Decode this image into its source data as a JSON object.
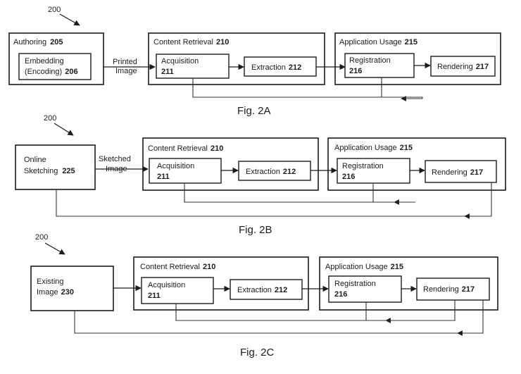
{
  "figures": [
    {
      "ref": "200",
      "caption": "Fig. 2A",
      "source_title": "Authoring",
      "source_num": "205",
      "source_inner_line1": "Embedding",
      "source_inner_line2": "(Encoding)",
      "source_inner_num": "206",
      "link_label_1": "Printed",
      "link_label_2": "Image",
      "retrieval_title": "Content Retrieval",
      "retrieval_num": "210",
      "acq_label": "Acquisition",
      "acq_num": "211",
      "ext_label": "Extraction",
      "ext_num": "212",
      "usage_title": "Application Usage",
      "usage_num": "215",
      "reg_label": "Registration",
      "reg_num": "216",
      "ren_label": "Rendering",
      "ren_num": "217"
    },
    {
      "ref": "200",
      "caption": "Fig. 2B",
      "source_line1": "Online",
      "source_line2": "Sketching",
      "source_num": "225",
      "link_label_1": "Sketched",
      "link_label_2": "Image",
      "retrieval_title": "Content Retrieval",
      "retrieval_num": "210",
      "acq_label": "Acquisition",
      "acq_num": "211",
      "ext_label": "Extraction",
      "ext_num": "212",
      "usage_title": "Application Usage",
      "usage_num": "215",
      "reg_label": "Registration",
      "reg_num": "216",
      "ren_label": "Rendering",
      "ren_num": "217"
    },
    {
      "ref": "200",
      "caption": "Fig. 2C",
      "source_line1": "Existing",
      "source_line2": "Image",
      "source_num": "230",
      "retrieval_title": "Content Retrieval",
      "retrieval_num": "210",
      "acq_label": "Acquisition",
      "acq_num": "211",
      "ext_label": "Extraction",
      "ext_num": "212",
      "usage_title": "Application Usage",
      "usage_num": "215",
      "reg_label": "Registration",
      "reg_num": "216",
      "ren_label": "Rendering",
      "ren_num": "217"
    }
  ]
}
